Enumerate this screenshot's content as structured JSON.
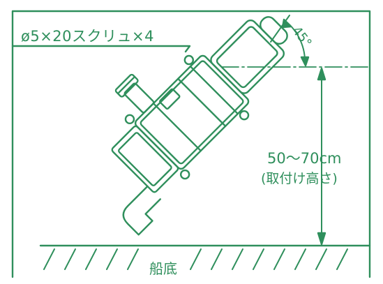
{
  "labels": {
    "screw_spec": "ø5×20スクリュ×4",
    "angle": "45°",
    "height": "50～70cm",
    "height_note": "(取付け高さ)",
    "floor": "船底"
  },
  "colors": {
    "line": "#2f8f5c",
    "background": "#ffffff"
  }
}
